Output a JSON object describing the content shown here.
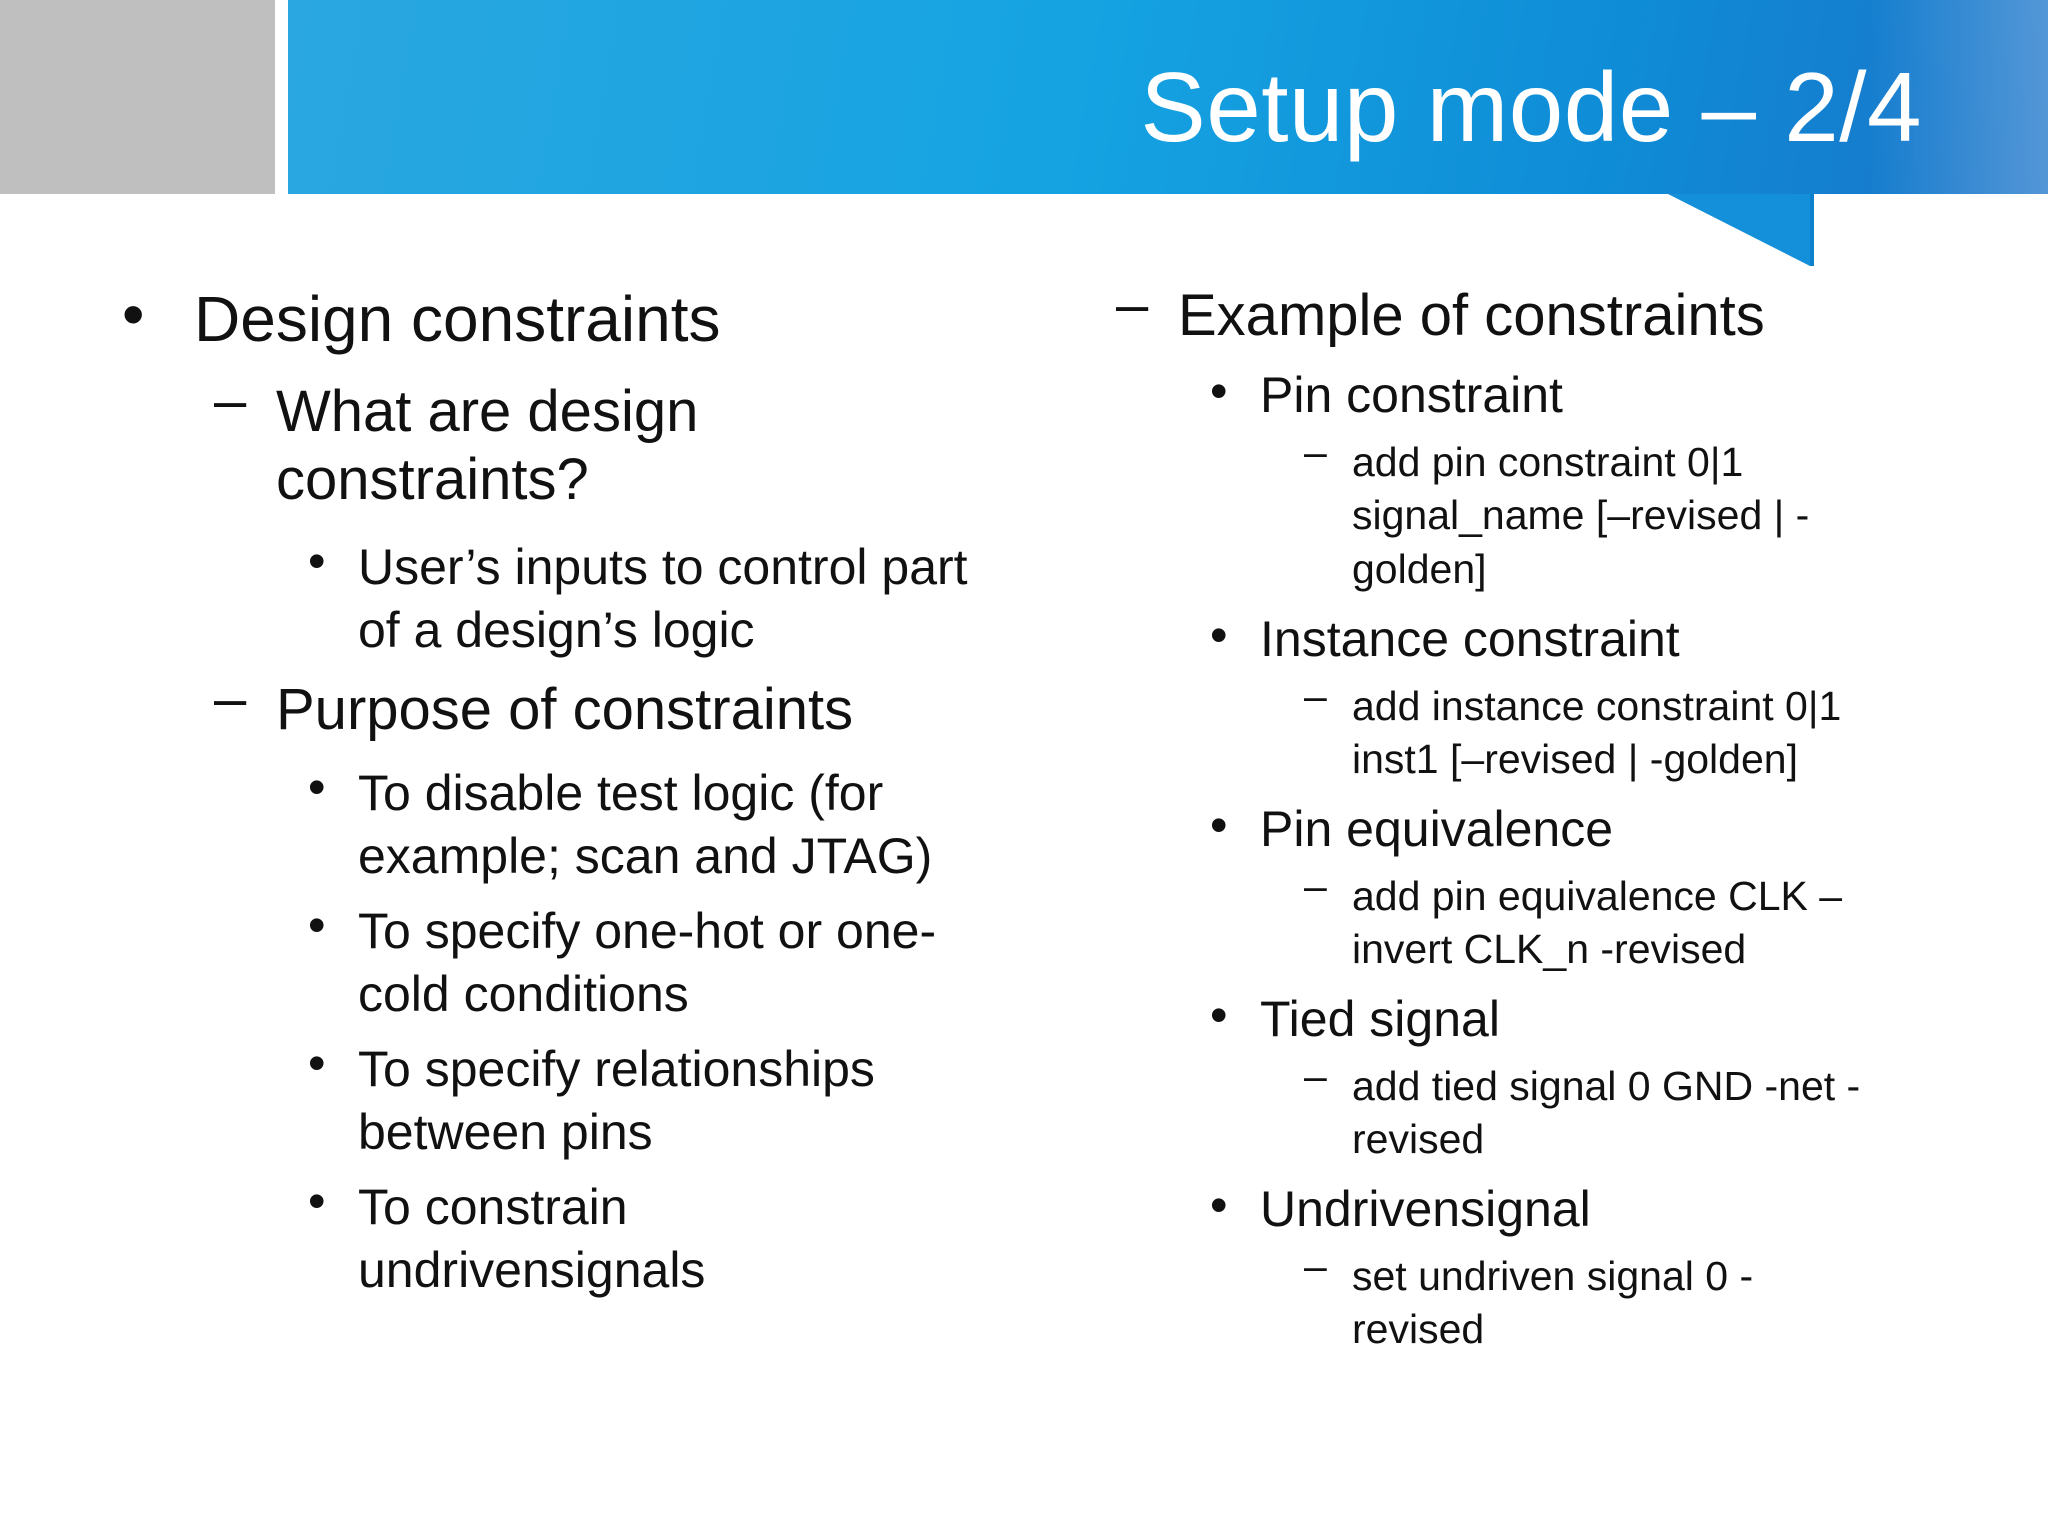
{
  "slide": {
    "title": "Setup mode – 2/4"
  },
  "left": {
    "heading": "Design constraints",
    "sub1": {
      "label_line1": "What are design",
      "label_line2": "constraints?",
      "bullets": [
        [
          "User’s inputs to control part",
          "of a design’s logic"
        ]
      ]
    },
    "sub2": {
      "label": "Purpose of constraints",
      "bullets": [
        [
          "To disable test logic (for",
          "example; scan and JTAG)"
        ],
        [
          "To specify one-hot or one-",
          "cold conditions"
        ],
        [
          "To specify relationships",
          "between pins"
        ],
        [
          "To constrain",
          "undrivensignals"
        ]
      ]
    }
  },
  "right": {
    "heading": "Example of constraints",
    "items": [
      {
        "label": "Pin constraint",
        "command": [
          " add pin constraint 0|1",
          "signal_name [–revised | -",
          "golden]"
        ]
      },
      {
        "label": "Instance constraint",
        "command": [
          " add instance constraint 0|1",
          "inst1 [–revised | -golden]"
        ]
      },
      {
        "label": "Pin equivalence",
        "command": [
          "add pin equivalence CLK –",
          "invert CLK_n -revised"
        ]
      },
      {
        "label": "Tied signal",
        "command": [
          "add tied signal 0 GND -net -",
          "revised"
        ]
      },
      {
        "label": "Undrivensignal",
        "command": [
          " set undriven signal 0 -",
          "revised"
        ]
      }
    ]
  },
  "markers": {
    "bullet": "•",
    "dash": "–"
  }
}
